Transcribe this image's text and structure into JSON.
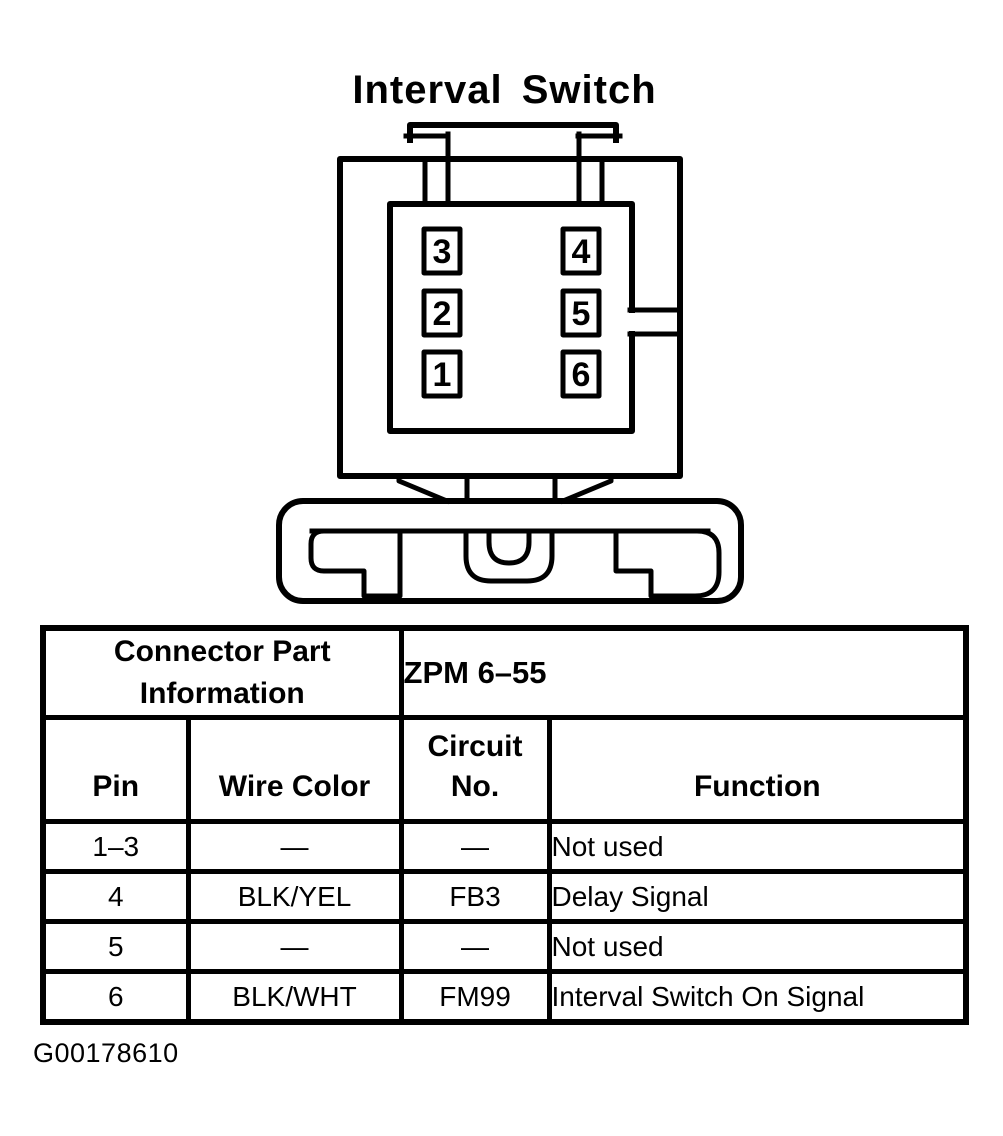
{
  "title": "Interval Switch",
  "figure_id": "G00178610",
  "colors": {
    "ink": "#000000",
    "paper": "#ffffff"
  },
  "connector": {
    "name": "interval-switch-connector",
    "pin_labels": [
      "3",
      "4",
      "2",
      "5",
      "1",
      "6"
    ]
  },
  "table": {
    "part_info_line1": "Connector Part",
    "part_info_line2": "Information",
    "part_number": "ZPM 6–55",
    "columns": [
      "Pin",
      "Wire Color",
      "Circuit No.",
      "Function"
    ],
    "rows": [
      {
        "pin": "1–3",
        "wire_color": "—",
        "circuit_no": "—",
        "function": "Not used"
      },
      {
        "pin": "4",
        "wire_color": "BLK/YEL",
        "circuit_no": "FB3",
        "function": "Delay Signal"
      },
      {
        "pin": "5",
        "wire_color": "—",
        "circuit_no": "—",
        "function": "Not used"
      },
      {
        "pin": "6",
        "wire_color": "BLK/WHT",
        "circuit_no": "FM99",
        "function": "Interval Switch On Signal"
      }
    ]
  }
}
